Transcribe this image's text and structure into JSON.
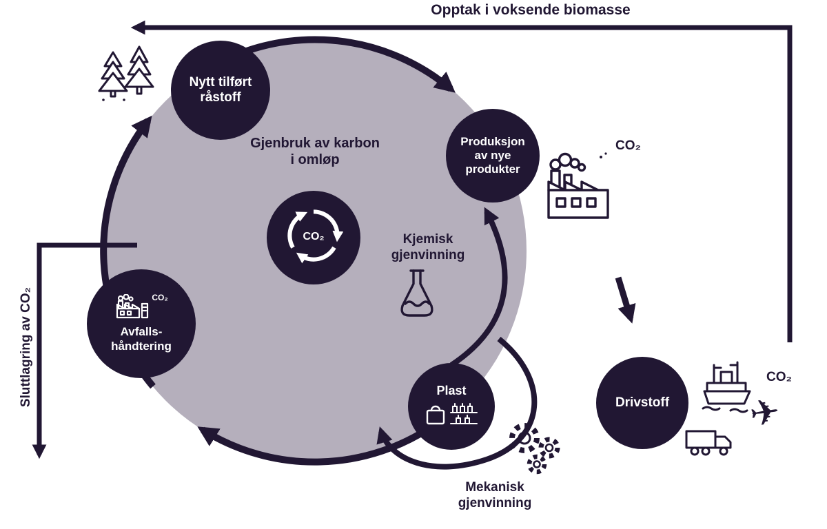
{
  "palette": {
    "ink": "#211733",
    "cycle_fill": "#b5afbc",
    "white": "#ffffff"
  },
  "labels": {
    "top": "Opptak i voksende biomasse",
    "left_vertical": "Sluttlagring av CO₂",
    "center_caption": "Gjenbruk av karbon\ni omløp",
    "chemical": "Kjemisk\ngjenvinning",
    "mechanical": "Mekanisk\ngjenvinning"
  },
  "co2": {
    "factory": "CO₂",
    "transport": "CO₂",
    "center": "CO₂",
    "waste": "CO₂"
  },
  "nodes": {
    "raw_material": "Nytt tilført\nråstoff",
    "production": "Produksjon\nav nye\nprodukter",
    "waste": "Avfalls-\nhåndtering",
    "plastic": "Plast",
    "fuel": "Drivstoff"
  }
}
